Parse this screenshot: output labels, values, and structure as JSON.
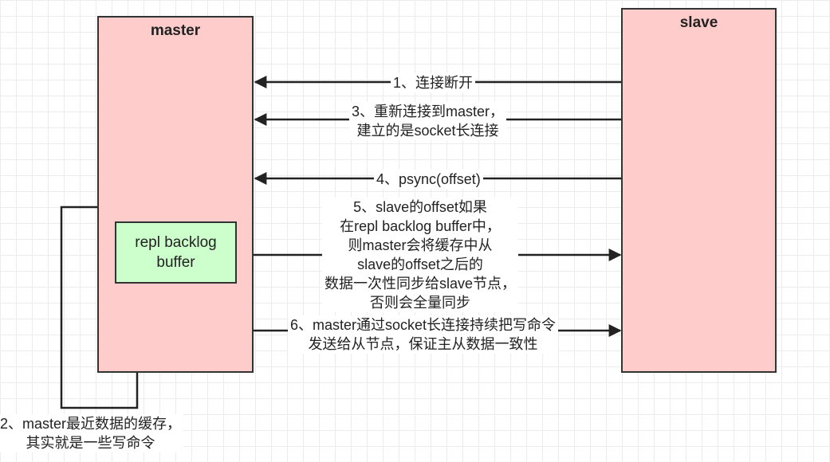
{
  "master": {
    "title": "master"
  },
  "slave": {
    "title": "slave"
  },
  "buffer": {
    "label": "repl backlog buffer"
  },
  "steps": [
    {
      "lines": [
        "1、连接断开"
      ]
    },
    {
      "lines": [
        "2、master最近数据的缓存，",
        "其实就是一些写命令"
      ]
    },
    {
      "lines": [
        "3、重新连接到master，",
        "建立的是socket长连接"
      ]
    },
    {
      "lines": [
        "4、psync(offset)"
      ]
    },
    {
      "lines": [
        "5、slave的offset如果",
        "在repl backlog buffer中，",
        "则master会将缓存中从",
        "slave的offset之后的",
        "数据一次性同步给slave节点，",
        "否则会全量同步"
      ]
    },
    {
      "lines": [
        "6、master通过socket长连接持续把写命令",
        "发送给从节点，保证主从数据一致性"
      ]
    }
  ]
}
